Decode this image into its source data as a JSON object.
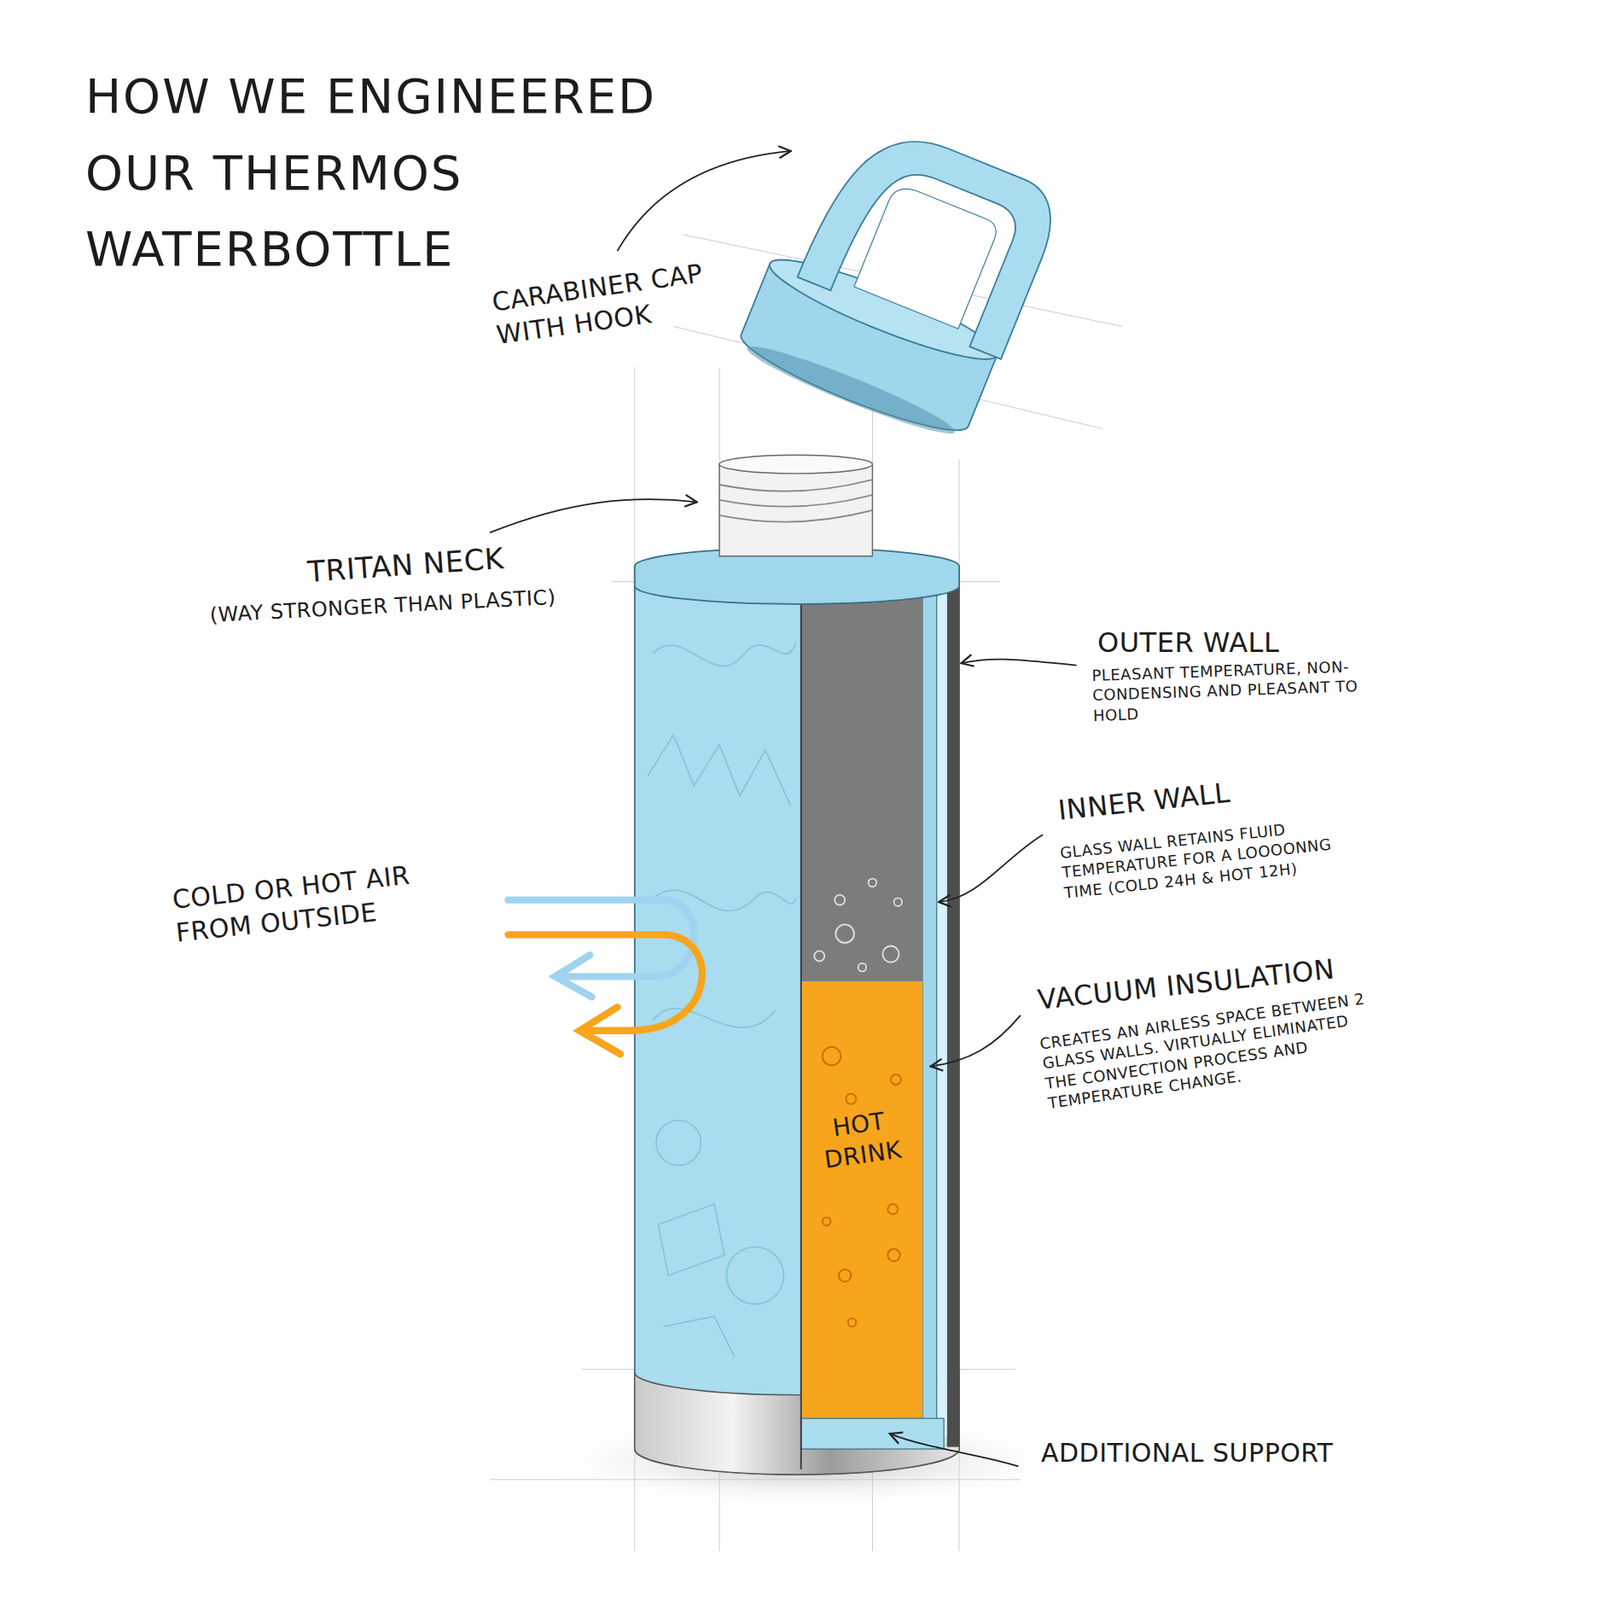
{
  "diagram": {
    "title": "HOW WE ENGINEERED OUR THERMOS WATERBOTTLE",
    "nodes": [
      {
        "text": [
          "HOT DRINK"
        ]
      }
    ],
    "labels": [
      "CARABINER CAP WITH HOOK",
      "TRITAN NECK",
      "(WAY STRONGER THAN PLASTIC)",
      "OUTER WALL",
      "PLEASANT TEMPERATURE, NON-CONDENSING AND PLEASANT TO HOLD",
      "INNER WALL",
      "GLASS WALL RETAINS FLUID TEMPERATURE FOR A LOOOONNG TIME (COLD 24H & HOT 12H)",
      "VACUUM INSULATION",
      "CREATES AN AIRLESS SPACE BETWEEN 2 GLASS WALLS. VIRTUALLY ELIMINATED THE CONVECTION PROCESS AND TEMPERATURE CHANGE.",
      "COLD OR HOT AIR FROM OUTSIDE",
      "ADDITIONAL SUPPORT"
    ]
  }
}
